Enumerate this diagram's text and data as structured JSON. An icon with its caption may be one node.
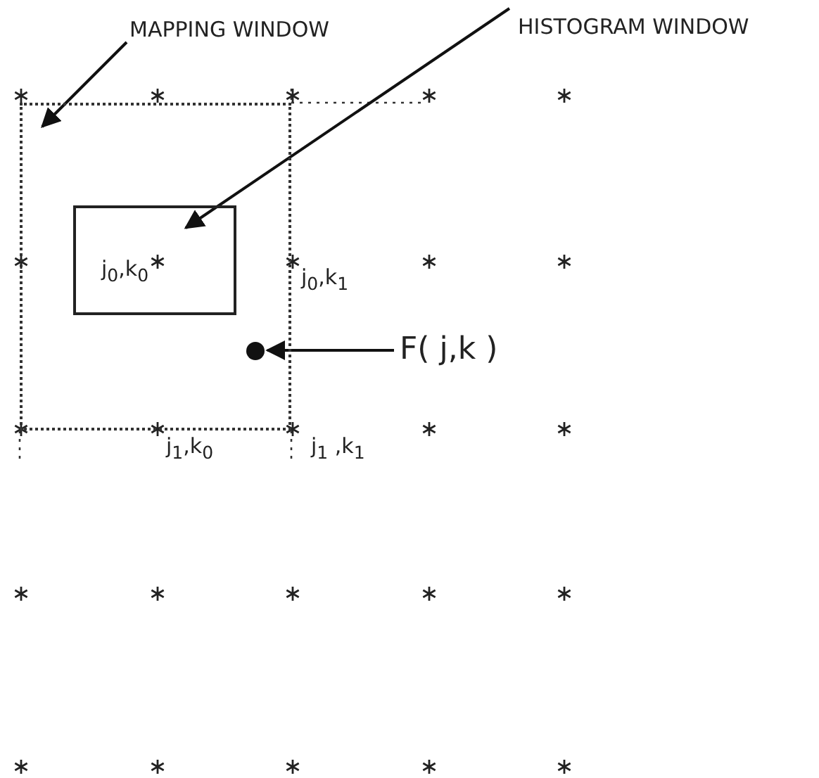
{
  "diagram": {
    "nodes": [
      {
        "text": [
          "MAPPING WINDOW"
        ]
      },
      {
        "text": [],
        "shape": "box"
      },
      {
        "text": [
          "HISTOGRAM WINDOW"
        ]
      },
      {
        "text": [
          "j$_{0}$,k$_{0}$"
        ],
        "in": 1
      },
      {
        "text": [
          "F( j,k )"
        ]
      },
      {
        "text": [],
        "shape": "circle",
        "in": 1
      }
    ],
    "edges": [
      {
        "from": 0,
        "to": 1,
        "arrow": "to"
      },
      {
        "from": 2,
        "to": 3,
        "arrow": "to"
      },
      {
        "from": 4,
        "to": 5,
        "arrow": "to"
      }
    ],
    "labels": [
      "j$_{0}$,k$_{1}$",
      "j$_{1}$,k$_{0}$",
      "j$_{1}$ ,k$_{1}$"
    ]
  }
}
